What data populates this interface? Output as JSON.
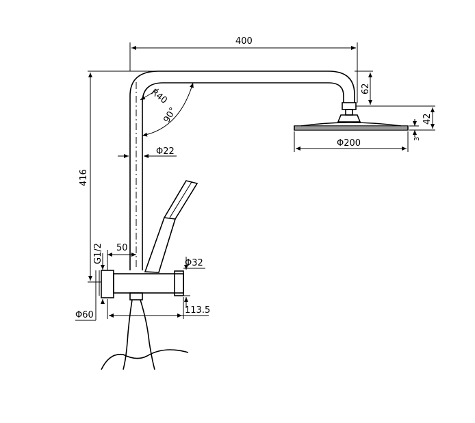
{
  "drawing": {
    "type": "technical-dimension-drawing",
    "subject": "shower column",
    "dimensions": {
      "arm_length": "400",
      "column_height": "416",
      "head_drop": "62",
      "head_height": "42",
      "head_edge": "3",
      "head_diameter": "Φ200",
      "pipe_diameter": "Φ22",
      "bend_radius": "R40",
      "bend_angle": "90°",
      "inlet_thread": "G1/2",
      "mount_offset": "50",
      "valve_diameter": "Φ32",
      "flange_diameter": "Φ60",
      "valve_length": "113.5"
    },
    "colors": {
      "line": "#000000",
      "background": "#ffffff"
    }
  }
}
